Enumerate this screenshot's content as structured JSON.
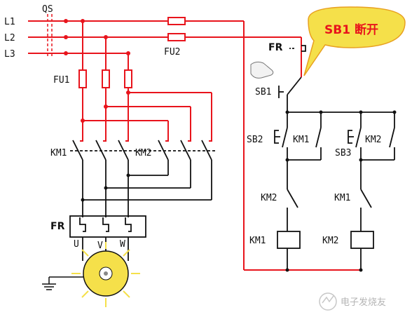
{
  "lines": {
    "l1": "L1",
    "l2": "L2",
    "l3": "L3"
  },
  "labels": {
    "qs": "QS",
    "fu1": "FU1",
    "fu2": "FU2",
    "fr_top": "FR",
    "sb1": "SB1",
    "km1_main": "KM1",
    "km2_main": "KM2",
    "fr_main": "FR",
    "u": "U",
    "v": "V",
    "w": "W",
    "sb2": "SB2",
    "km1_hold": "KM1",
    "sb3": "SB3",
    "km2_hold": "KM2",
    "km2_interlock": "KM2",
    "km1_interlock": "KM1",
    "km1_coil": "KM1",
    "km2_coil": "KM2"
  },
  "callout": {
    "text": "SB1 断开"
  },
  "watermark": {
    "text": "电子发烧友"
  },
  "colors": {
    "power": "#e8141c",
    "control": "#111111",
    "motor": "#f5e04a",
    "callout_fill": "#f5e04a"
  }
}
